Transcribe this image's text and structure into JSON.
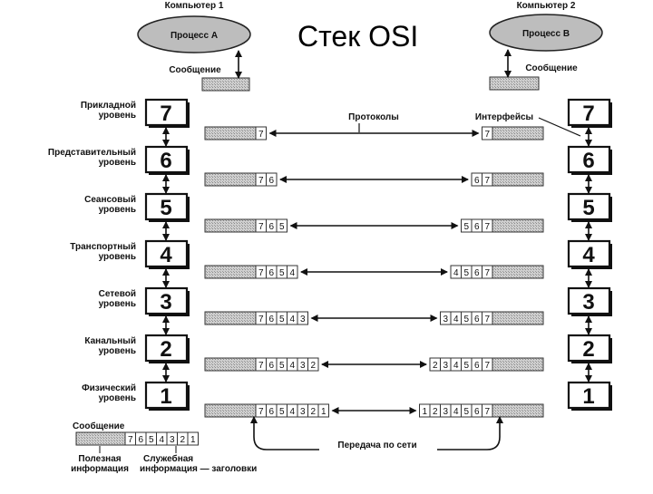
{
  "title": "Стек OSI",
  "computer1": {
    "label": "Компьютер 1",
    "process": "Процесс А",
    "message": "Сообщение"
  },
  "computer2": {
    "label": "Компьютер 2",
    "process": "Процесс В",
    "message": "Сообщение"
  },
  "layers": [
    {
      "num": "7",
      "line1": "Прикладной",
      "line2": "уровень",
      "left": [
        "7"
      ],
      "right": [
        "7"
      ]
    },
    {
      "num": "6",
      "line1": "Представительный",
      "line2": "уровень",
      "left": [
        "7",
        "6"
      ],
      "right": [
        "6",
        "7"
      ]
    },
    {
      "num": "5",
      "line1": "Сеансовый",
      "line2": "уровень",
      "left": [
        "7",
        "6",
        "5"
      ],
      "right": [
        "5",
        "6",
        "7"
      ]
    },
    {
      "num": "4",
      "line1": "Транспортный",
      "line2": "уровень",
      "left": [
        "7",
        "6",
        "5",
        "4"
      ],
      "right": [
        "4",
        "5",
        "6",
        "7"
      ]
    },
    {
      "num": "3",
      "line1": "Сетевой",
      "line2": "уровень",
      "left": [
        "7",
        "6",
        "5",
        "4",
        "3"
      ],
      "right": [
        "3",
        "4",
        "5",
        "6",
        "7"
      ]
    },
    {
      "num": "2",
      "line1": "Канальный",
      "line2": "уровень",
      "left": [
        "7",
        "6",
        "5",
        "4",
        "3",
        "2"
      ],
      "right": [
        "2",
        "3",
        "4",
        "5",
        "6",
        "7"
      ]
    },
    {
      "num": "1",
      "line1": "Физический",
      "line2": "уровень",
      "left": [
        "7",
        "6",
        "5",
        "4",
        "3",
        "2",
        "1"
      ],
      "right": [
        "1",
        "2",
        "3",
        "4",
        "5",
        "6",
        "7"
      ]
    }
  ],
  "labels": {
    "protocols": "Протоколы",
    "interfaces": "Интерфейсы",
    "network": "Передача по сети"
  },
  "legend": {
    "message": "Сообщение",
    "headers": [
      "7",
      "6",
      "5",
      "4",
      "3",
      "2",
      "1"
    ],
    "payload_line1": "Полезная",
    "payload_line2": "информация",
    "service_line1": "Служебная",
    "service_line2": "информация — заголовки"
  }
}
